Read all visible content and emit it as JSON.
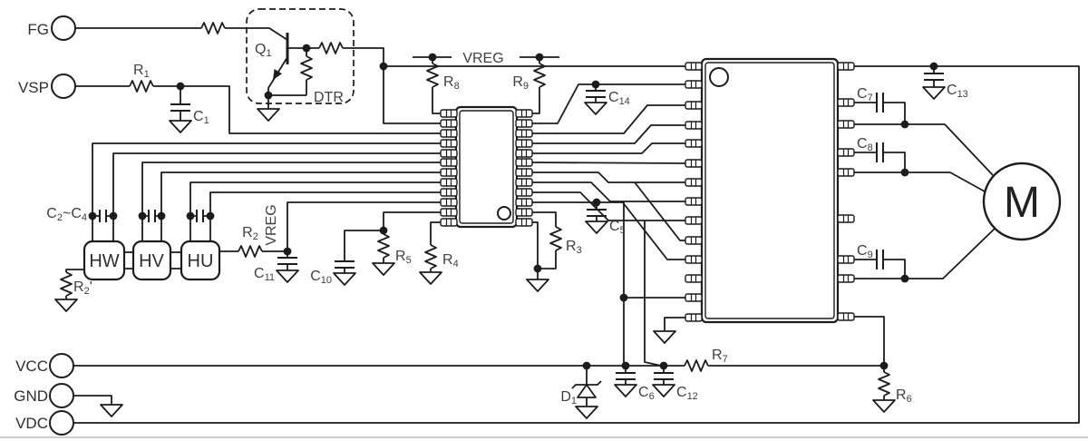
{
  "colors": {
    "line": "#1c1c1c",
    "label": "#3f3f3f",
    "background": "#ffffff",
    "page-edge": "#c9ced4"
  },
  "terminals": {
    "fg": "FG",
    "vsp": "VSP",
    "vcc": "VCC",
    "gnd": "GND",
    "vdc": "VDC"
  },
  "rails": {
    "vreg_top": "VREG",
    "vreg_hall": "VREG"
  },
  "transistor": {
    "designator": "Q",
    "designator_sub": "1",
    "type_label": "DTR"
  },
  "hall": {
    "group_cap": {
      "t1": "C",
      "s1": "2",
      "t2": "~C",
      "s2": "4"
    },
    "hw": "HW",
    "hv": "HV",
    "hu": "HU"
  },
  "motor": {
    "label": "M"
  },
  "components": {
    "r1": {
      "p": "R",
      "s": "1"
    },
    "c1": {
      "p": "C",
      "s": "1"
    },
    "r2p": {
      "p": "R",
      "s": "2",
      "suffix": "'"
    },
    "r2": {
      "p": "R",
      "s": "2"
    },
    "c11": {
      "p": "C",
      "s": "11"
    },
    "c10": {
      "p": "C",
      "s": "10"
    },
    "r5": {
      "p": "R",
      "s": "5"
    },
    "r4": {
      "p": "R",
      "s": "4"
    },
    "r3": {
      "p": "R",
      "s": "3"
    },
    "c5": {
      "p": "C",
      "s": "5"
    },
    "r8": {
      "p": "R",
      "s": "8"
    },
    "r9": {
      "p": "R",
      "s": "9"
    },
    "c14": {
      "p": "C",
      "s": "14"
    },
    "c7": {
      "p": "C",
      "s": "7"
    },
    "c8": {
      "p": "C",
      "s": "8"
    },
    "c9": {
      "p": "C",
      "s": "9"
    },
    "c13": {
      "p": "C",
      "s": "13"
    },
    "d1": {
      "p": "D",
      "s": "1"
    },
    "c6": {
      "p": "C",
      "s": "6"
    },
    "c12": {
      "p": "C",
      "s": "12"
    },
    "r7": {
      "p": "R",
      "s": "7"
    },
    "r6": {
      "p": "R",
      "s": "6"
    }
  }
}
